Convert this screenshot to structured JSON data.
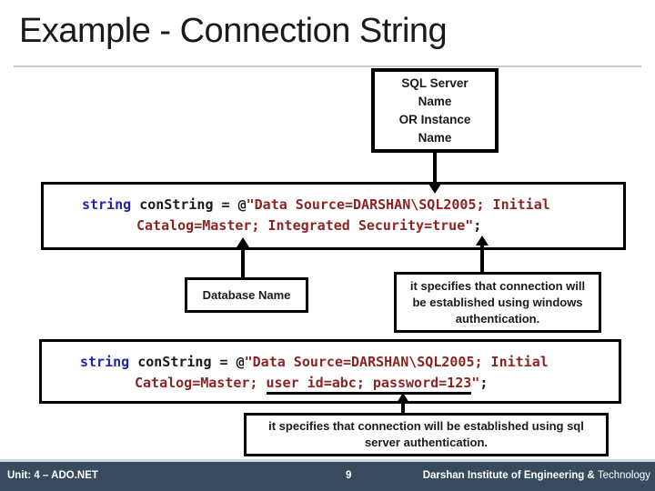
{
  "slide": {
    "title": "Example - Connection String"
  },
  "top_box": {
    "lines": [
      "SQL Server",
      "Name",
      "OR Instance",
      "Name"
    ]
  },
  "code_box_1": {
    "line1": {
      "keyword": "string",
      "plain": " conString = @",
      "string_part": "\"Data Source=DARSHAN\\SQL2005; Initial"
    },
    "line2": {
      "string_part": "Catalog=Master; Integrated Security=true\"",
      "semicolon": ";"
    }
  },
  "code_box_2": {
    "line1": {
      "keyword": "string",
      "plain": " conString = @",
      "string_part": "\"Data Source=DARSHAN\\SQL2005; Initial"
    },
    "line2": {
      "string_pre": "Catalog=Master; ",
      "underlined": "user id=abc; password=123",
      "string_end": "\"",
      "semicolon": ";"
    }
  },
  "labels": {
    "database_name": "Database Name",
    "windows_auth": "it specifies that connection will be established using windows authentication.",
    "sql_auth": "it specifies that connection will be established using sql server authentication."
  },
  "footer": {
    "unit": "Unit: 4 – ADO.NET",
    "page": "9",
    "institute_bold": "Darshan Institute of Engineering &",
    "institute_regular": " Technology"
  },
  "colors": {
    "keyword_blue": "#2323ae",
    "string_red": "#8d2424",
    "footer_bg": "#384a5e",
    "footer_accent": "#c6d8e4",
    "divider_gray": "#cccccc"
  }
}
